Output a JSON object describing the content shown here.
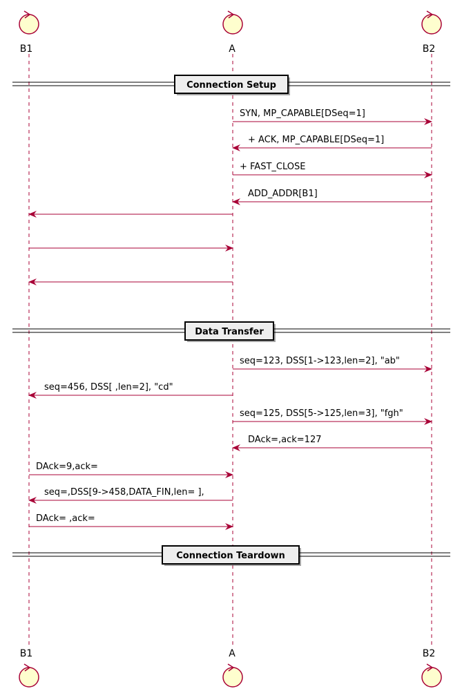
{
  "participants": [
    {
      "id": "b1",
      "name": "B1"
    },
    {
      "id": "a",
      "name": "A"
    },
    {
      "id": "b2",
      "name": "B2"
    }
  ],
  "dividers": [
    {
      "id": "setup",
      "label": "Connection Setup"
    },
    {
      "id": "transfer",
      "label": "Data Transfer"
    },
    {
      "id": "teardown",
      "label": "Connection Teardown"
    }
  ],
  "messages": [
    {
      "from": "a",
      "to": "b2",
      "label": "SYN, MP_CAPABLE[DSeq=1]"
    },
    {
      "from": "b2",
      "to": "a",
      "label": "+ ACK, MP_CAPABLE[DSeq=1]"
    },
    {
      "from": "a",
      "to": "b2",
      "label": "+ FAST_CLOSE"
    },
    {
      "from": "b2",
      "to": "a",
      "label": "ADD_ADDR[B1]"
    },
    {
      "from": "a",
      "to": "b1",
      "label": ""
    },
    {
      "from": "b1",
      "to": "a",
      "label": ""
    },
    {
      "from": "a",
      "to": "b1",
      "label": ""
    },
    {
      "from": "a",
      "to": "b2",
      "label": "seq=123, DSS[1->123,len=2], \"ab\""
    },
    {
      "from": "a",
      "to": "b1",
      "label": "seq=456, DSS[       ,len=2], \"cd\""
    },
    {
      "from": "a",
      "to": "b2",
      "label": "seq=125, DSS[5->125,len=3], \"fgh\""
    },
    {
      "from": "b2",
      "to": "a",
      "label": "DAck=,ack=127"
    },
    {
      "from": "b1",
      "to": "a",
      "label": "DAck=9,ack="
    },
    {
      "from": "a",
      "to": "b1",
      "label": "seq=,DSS[9->458,DATA_FIN,len= ],"
    },
    {
      "from": "b1",
      "to": "a",
      "label": "DAck=  ,ack="
    }
  ],
  "colors": {
    "arrow": "#A80036",
    "participant_fill": "#FEFECE",
    "divider_fill": "#EEEEEE",
    "lifeline": "#A80036"
  }
}
